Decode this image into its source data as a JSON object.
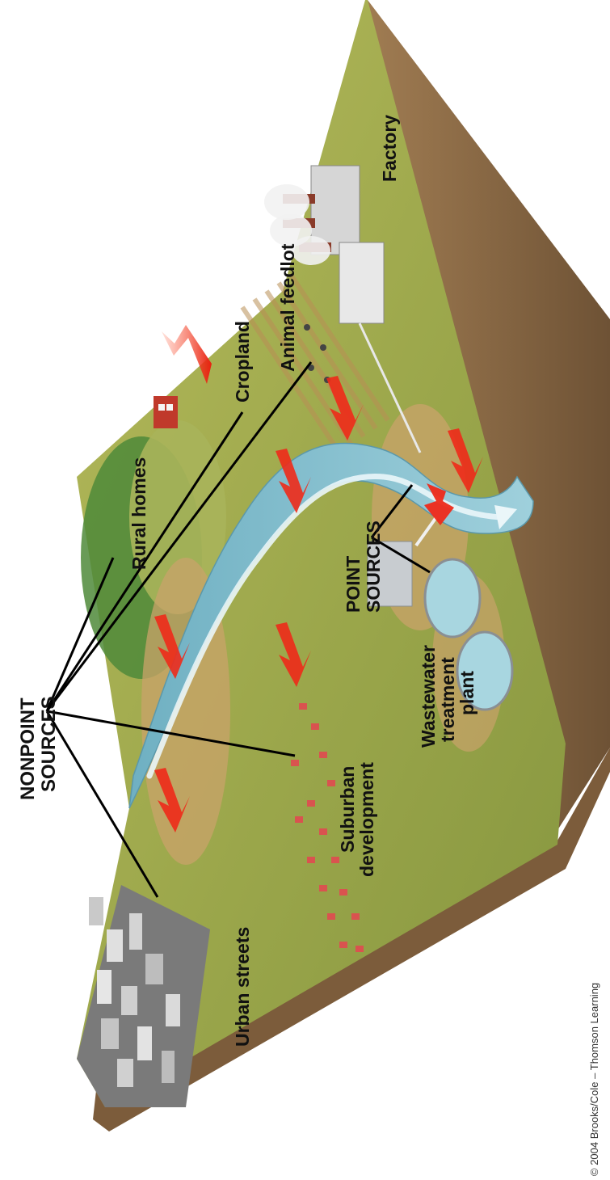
{
  "labels": {
    "nonpoint_line1": "NONPOINT",
    "nonpoint_line2": "SOURCES",
    "point_line1": "POINT",
    "point_line2": "SOURCES",
    "rural_homes": "Rural homes",
    "cropland": "Cropland",
    "animal_feedlot": "Animal feedlot",
    "factory": "Factory",
    "urban_streets": "Urban streets",
    "suburban_line1": "Suburban",
    "suburban_line2": "development",
    "wastewater_line1": "Wastewater",
    "wastewater_line2": "treatment",
    "wastewater_line3": "plant"
  },
  "copyright": "© 2004 Brooks/Cole – Thomson Learning",
  "colors": {
    "ground": "#9aa64a",
    "ground_light": "#c3c56a",
    "soil_edge": "#8a6a45",
    "river": "#8fc4d2",
    "river_center": "#dff0f4",
    "arrow": "#ee2a1a",
    "leader_line": "#000000"
  }
}
